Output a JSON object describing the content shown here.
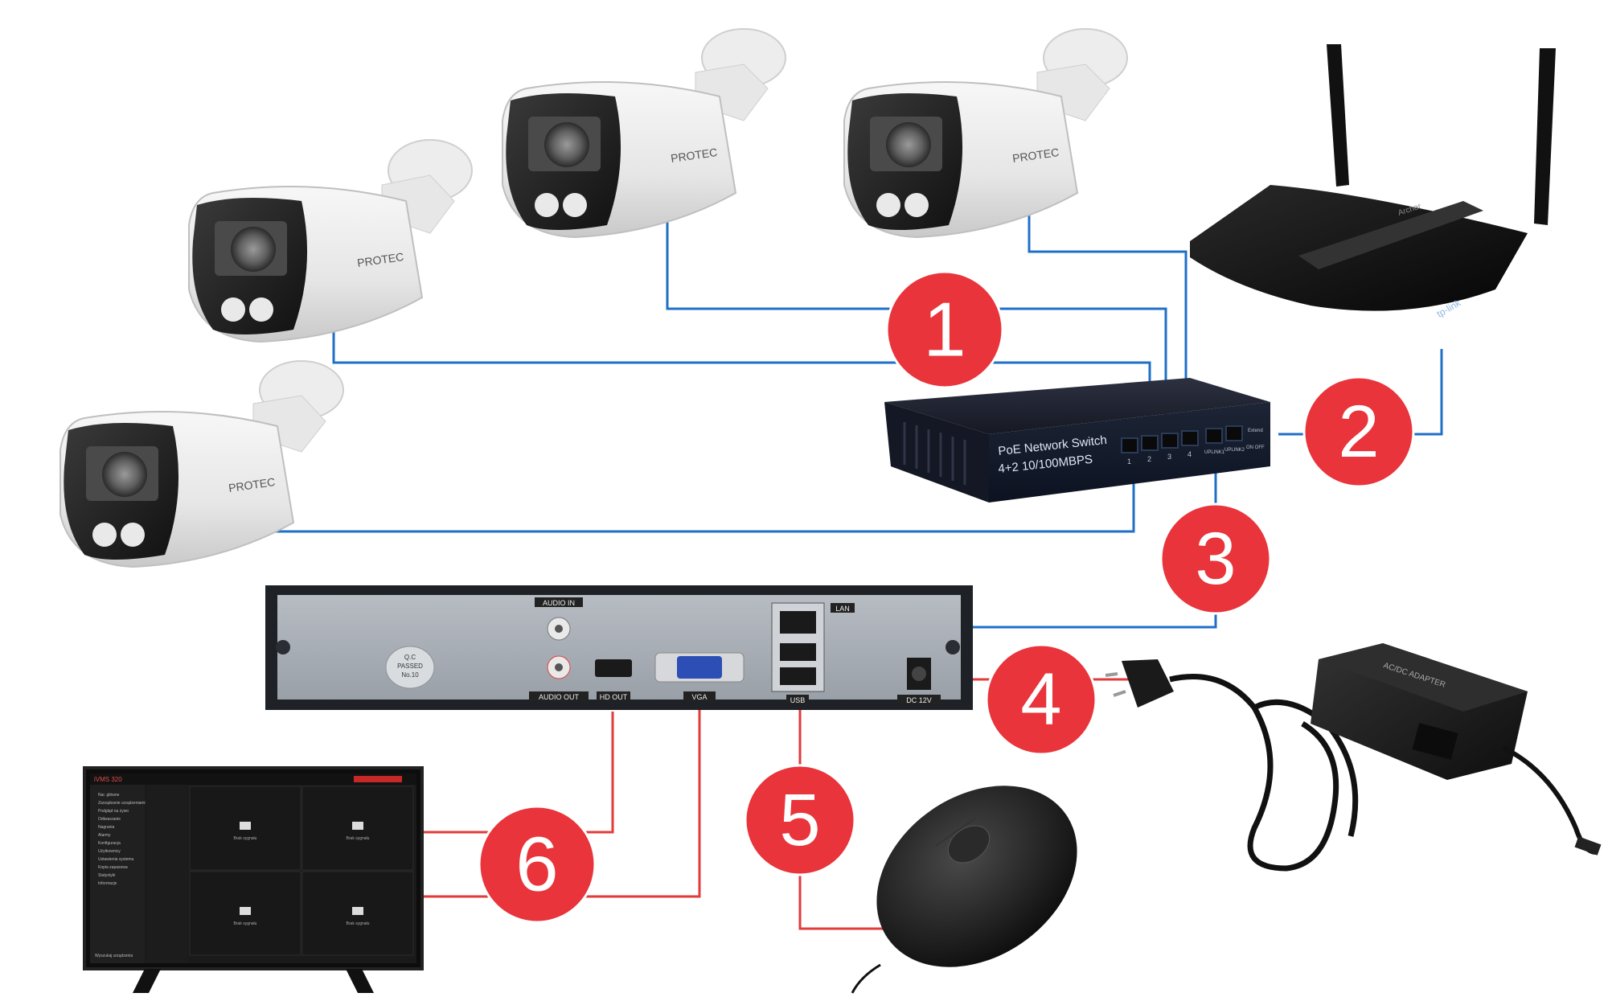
{
  "cameras": {
    "brand": "PROTEC"
  },
  "switch": {
    "title": "PoE Network Switch",
    "subtitle": "4+2 10/100MBPS",
    "port_labels": [
      "1",
      "2",
      "3",
      "4"
    ],
    "uplink_labels": [
      "UPLINK1",
      "UPLINK2"
    ],
    "extend_label": "Extend",
    "on_off_label": "ON OFF"
  },
  "router": {
    "brand": "tp-link",
    "model": "Archer"
  },
  "nvr": {
    "audio_in": "AUDIO IN",
    "audio_out": "AUDIO OUT",
    "hd_out": "HD OUT",
    "vga": "VGA",
    "lan": "LAN",
    "usb": "USB",
    "dc": "DC 12V",
    "qc_line1": "Q.C",
    "qc_line2": "PASSED",
    "qc_line3": "No.10"
  },
  "monitor": {
    "app_title": "iVMS 320",
    "menu_items": [
      "Nar. główne",
      "Zarządzanie urządzeniami",
      "Podgląd na żywo",
      "Odtwarzanie",
      "Nagrania",
      "Alarmy",
      "Konfiguracja",
      "Użytkownicy",
      "Ustawienia systemu",
      "Kopia zapasowa",
      "Statystyki",
      "Informacje"
    ],
    "tile_caption": "Brak sygnału",
    "footer": "Wyszukaj urządzenia"
  },
  "adapter": {
    "label": "AC/DC ADAPTER"
  },
  "markers": [
    {
      "number": "1",
      "color": "#e8343a"
    },
    {
      "number": "2",
      "color": "#e8343a"
    },
    {
      "number": "3",
      "color": "#e8343a"
    },
    {
      "number": "4",
      "color": "#e8343a"
    },
    {
      "number": "5",
      "color": "#e8343a"
    },
    {
      "number": "6",
      "color": "#e8343a"
    }
  ],
  "colors": {
    "network_line": "#1f6fc7",
    "video_line": "#e23b3b",
    "marker": "#e8343a"
  }
}
